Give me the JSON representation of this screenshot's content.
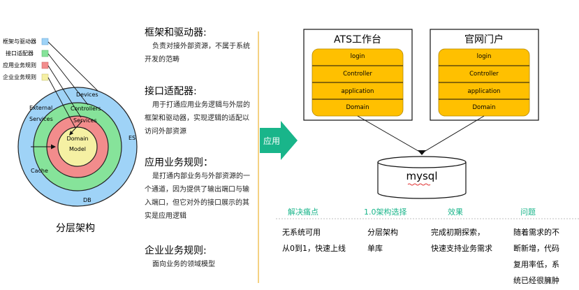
{
  "legend": {
    "items": [
      {
        "label": "框架与驱动器",
        "color": "#9fd3f7"
      },
      {
        "label": "接口适配器",
        "color": "#86e39a"
      },
      {
        "label": "应用业务规则",
        "color": "#f28c8c"
      },
      {
        "label": "企业业务规则",
        "color": "#f5f0a3"
      }
    ]
  },
  "rings": {
    "devices": "Devices",
    "controllers": "Controllers",
    "services": "Services",
    "external": "External",
    "external_services": "Services",
    "es": "ES",
    "cache": "Cache",
    "db": "DB",
    "domain": "Domain",
    "model": "Model"
  },
  "caption": "分层架构",
  "sections": [
    {
      "heading": "框架和驱动器:",
      "desc": "负责对接外部资源，不属于系统开发的范畴"
    },
    {
      "heading": "接口适配器:",
      "desc": "用于打通应用业务逻辑与外层的框架和驱动器，实现逻辑的适配以访问外部资源"
    },
    {
      "heading": "应用业务规则：",
      "desc": "是打通内部业务与外部资源的一个通道，因为提供了输出端口与输入端口，但它对外的接口展示的其实是应用逻辑"
    },
    {
      "heading": "企业业务规则:",
      "desc": "面向业务的领域模型"
    }
  ],
  "arrow_label": "应用",
  "systems": [
    {
      "title": "ATS工作台",
      "layers": [
        "login",
        "Controller",
        "application",
        "Domain"
      ]
    },
    {
      "title": "官网门户",
      "layers": [
        "login",
        "Controller",
        "application",
        "Domain"
      ]
    }
  ],
  "database": "mysql",
  "columns": [
    {
      "head": "解决痛点",
      "body": [
        "无系统可用",
        "从0到1，快速上线"
      ]
    },
    {
      "head": "1.0架构选择",
      "body": [
        "分层架构",
        "单库"
      ]
    },
    {
      "head": "效果",
      "body": [
        "完成初期探索，",
        "快速支持业务需求"
      ]
    },
    {
      "head": "问题",
      "body": [
        "随着需求的不",
        "断新增，代码",
        "复用率低，系",
        "统已经很臃肿"
      ]
    }
  ],
  "colors": {
    "accent": "#19b58a",
    "layer_fill": "#ffc000",
    "divider": "#f2c45a",
    "ring_outer": "#9fd3f7",
    "ring_adapter": "#86e39a",
    "ring_app": "#f28c8c",
    "ring_core": "#f5f0a3"
  }
}
